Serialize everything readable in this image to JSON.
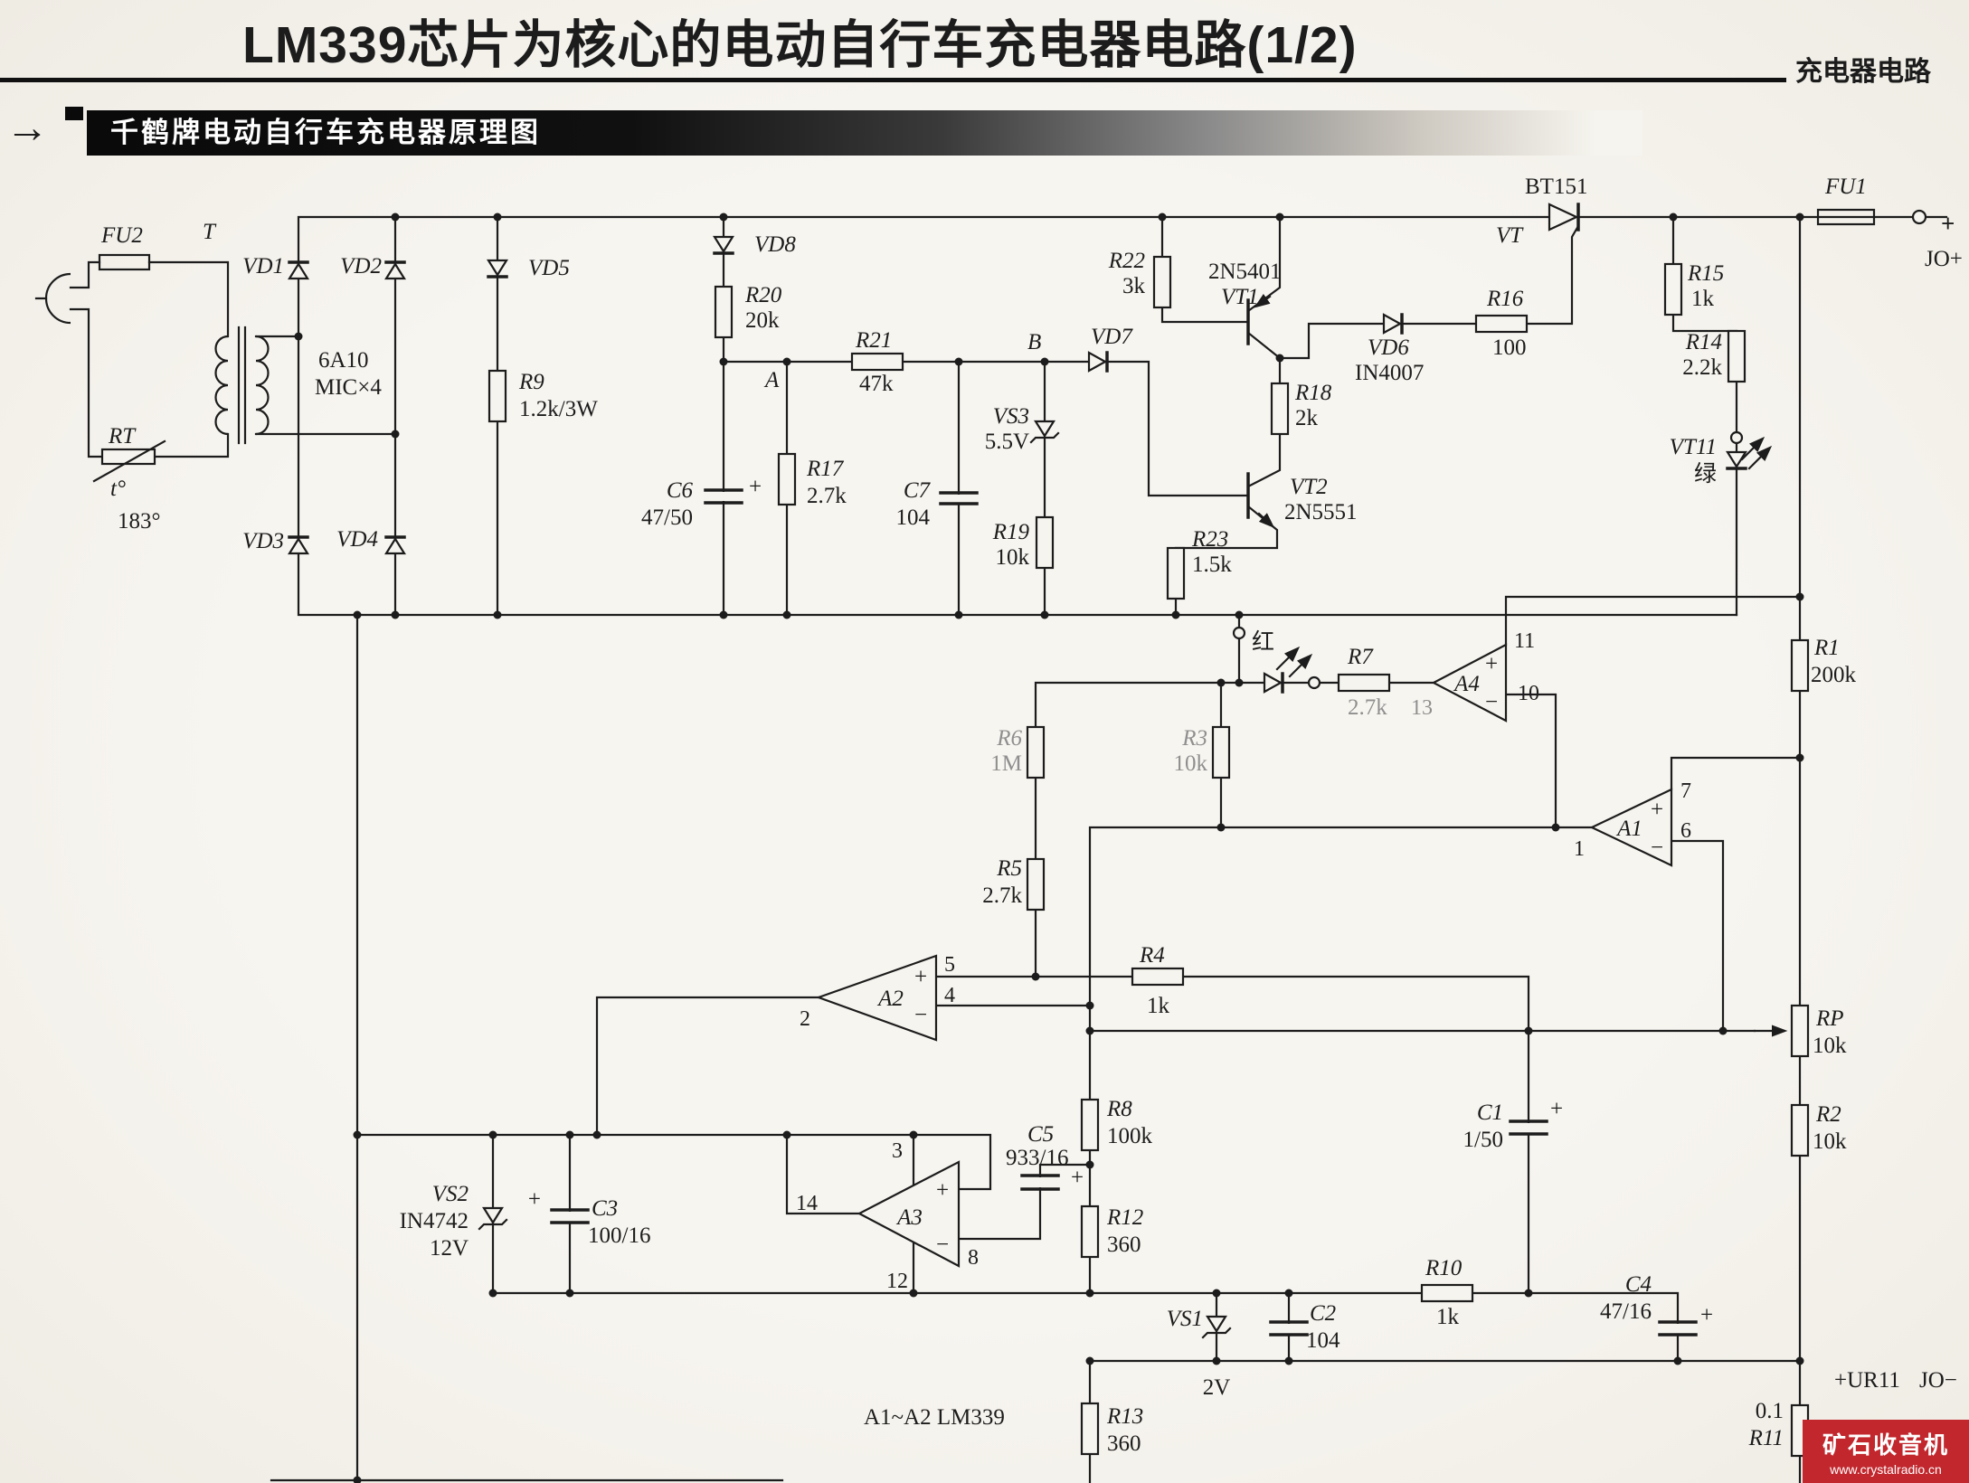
{
  "header": {
    "title": "LM339芯片为核心的电动自行车充电器电路(1/2)",
    "corner": "充电器电路",
    "banner": "千鹤牌电动自行车充电器原理图",
    "arrow": "→"
  },
  "watermark": {
    "name": "矿石收音机",
    "url": "www.crystalradio.cn"
  },
  "labels": {
    "fu2": "FU2",
    "t": "T",
    "rt": "RT",
    "t_deg": "t°",
    "deg183": "183°",
    "vd1": "VD1",
    "vd2": "VD2",
    "vd3": "VD3",
    "vd4": "VD4",
    "bridge1": "6A10",
    "bridge2": "MIC×4",
    "vd5": "VD5",
    "r9": "R9",
    "r9v": "1.2k/3W",
    "vd8": "VD8",
    "r20": "R20",
    "r20v": "20k",
    "nodeA": "A",
    "nodeB": "B",
    "r21": "R21",
    "r21v": "47k",
    "vd7": "VD7",
    "vs3": "VS3",
    "vs3v": "5.5V",
    "c6": "C6",
    "c6v": "47/50",
    "r17": "R17",
    "r17v": "2.7k",
    "c7": "C7",
    "c7v": "104",
    "r19": "R19",
    "r19v": "10k",
    "r22": "R22",
    "r22v": "3k",
    "vt1": "VT1",
    "vt1p": "2N5401",
    "r18": "R18",
    "r18v": "2k",
    "vt2": "VT2",
    "vt2p": "2N5551",
    "r23": "R23",
    "r23v": "1.5k",
    "vd6": "VD6",
    "vd6p": "IN4007",
    "r16": "R16",
    "r16v": "100",
    "bt151": "BT151",
    "vt": "VT",
    "fu1": "FU1",
    "plus": "+",
    "minus": "−",
    "jop": "JO+",
    "r15": "R15",
    "r15v": "1k",
    "r14": "R14",
    "r14v": "2.2k",
    "vt11": "VT11",
    "green": "绿",
    "red": "红",
    "r1": "R1",
    "r1v": "200k",
    "r7": "R7",
    "r7v": "2.7k",
    "a4": "A4",
    "a1": "A1",
    "a2": "A2",
    "a3": "A3",
    "p1": "1",
    "p2": "2",
    "p3": "3",
    "p4": "4",
    "p5": "5",
    "p6": "6",
    "p7": "7",
    "p8": "8",
    "p10": "10",
    "p11": "11",
    "p12": "12",
    "p13": "13",
    "p14": "14",
    "r6": "R6",
    "r6v": "1M",
    "r3": "R3",
    "r3v": "10k",
    "r5": "R5",
    "r5v": "2.7k",
    "r4": "R4",
    "r4v": "1k",
    "rp": "RP",
    "rpv": "10k",
    "r8": "R8",
    "r8v": "100k",
    "c1": "C1",
    "c1v": "1/50",
    "r2": "R2",
    "r2v": "10k",
    "vs2": "VS2",
    "vs2p": "IN4742",
    "vs2v": "12V",
    "c3": "C3",
    "c3v": "100/16",
    "c5": "C5",
    "c5v": "933/16",
    "r12": "R12",
    "r12v": "360",
    "r10": "R10",
    "r10v": "1k",
    "c4": "C4",
    "c4v": "47/16",
    "vs1": "VS1",
    "vs1v": "2V",
    "c2": "C2",
    "c2v": "104",
    "caption": "A1~A2 LM339",
    "r13": "R13",
    "r13v": "360",
    "ur11": "+UR11",
    "jom": "JO−",
    "r11": "R11",
    "r11v": "0.1"
  }
}
